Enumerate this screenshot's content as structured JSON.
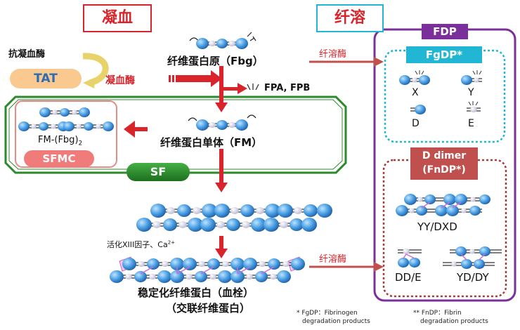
{
  "headers": {
    "coagulation": "凝血",
    "fibrinolysis": "纤溶"
  },
  "left": {
    "antithrombin": "抗凝血酶",
    "tat": "TAT",
    "thrombin": "凝血酶",
    "fibrinogen": "纤维蛋白原（Fbg）",
    "fpa_fpb": "FPA, FPB",
    "fibrin_monomer": "纤维蛋白单体（FM）",
    "complex_label": "FM-(Fbg)",
    "complex_sub": "2",
    "sfmc": "SFMC",
    "sf": "SF",
    "factor": "活化XIII因子、Ca",
    "factor_sup": "2+",
    "stable_line1": "稳定化纤维蛋白（血栓）",
    "stable_line2": "（交联纤维蛋白）"
  },
  "arrows": {
    "plasmin_top": "纤溶酶",
    "plasmin_bottom": "纤溶酶"
  },
  "right": {
    "fdp": "FDP",
    "fgdp": "FgDP*",
    "x": "X",
    "y": "Y",
    "d": "D",
    "e": "E",
    "ddimer_line1": "D dimer",
    "ddimer_line2": "(FnDP*)",
    "yy_dxd": "YY/DXD",
    "dd_e": "DD/E",
    "yd_dy": "YD/DY"
  },
  "footnotes": {
    "fgdp_line1": "* FgDP：Fibrinogen",
    "fgdp_line2": "degradation products",
    "fndp_line1": "** FnDP：Fibrin",
    "fndp_line2": "degradation products"
  },
  "colors": {
    "red": "#d8242a",
    "blue": "#3b8fd6",
    "green": "#2c8a2c",
    "purple": "#7b2f9b",
    "teal": "#21b6d3",
    "salmon": "#e88a86",
    "tat_orange": "#f9c98f",
    "sfmc_pink": "#f07b7b"
  }
}
